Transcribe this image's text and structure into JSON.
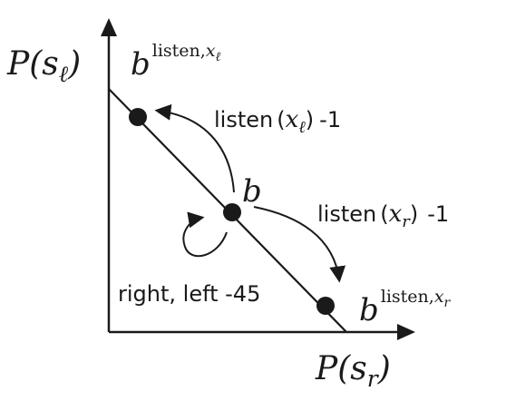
{
  "axes": {
    "y_label": {
      "prefix": "P(s",
      "subscript": "ℓ",
      "suffix": ")"
    },
    "x_label": {
      "prefix": "P(s",
      "subscript": "r",
      "suffix": ")"
    }
  },
  "points": {
    "b_top": {
      "base": "b",
      "superscript": "listen,",
      "superscript_var": "x",
      "superscript_sub": "ℓ"
    },
    "b_center": {
      "label": "b"
    },
    "b_bottom": {
      "base": "b",
      "superscript": "listen,",
      "superscript_var": "x",
      "superscript_sub": "r"
    }
  },
  "transitions": {
    "listen_left": {
      "word": "listen",
      "open": "(",
      "var": "x",
      "sub": "ℓ",
      "close": ")",
      "reward": "-1"
    },
    "listen_right": {
      "word": "listen",
      "open": "(",
      "var": "x",
      "sub": "r",
      "close": ")",
      "reward": "-1"
    },
    "right_left": {
      "label": "right, left -45"
    }
  },
  "colors": {
    "ink": "#1a1a1a",
    "background": "#ffffff"
  }
}
